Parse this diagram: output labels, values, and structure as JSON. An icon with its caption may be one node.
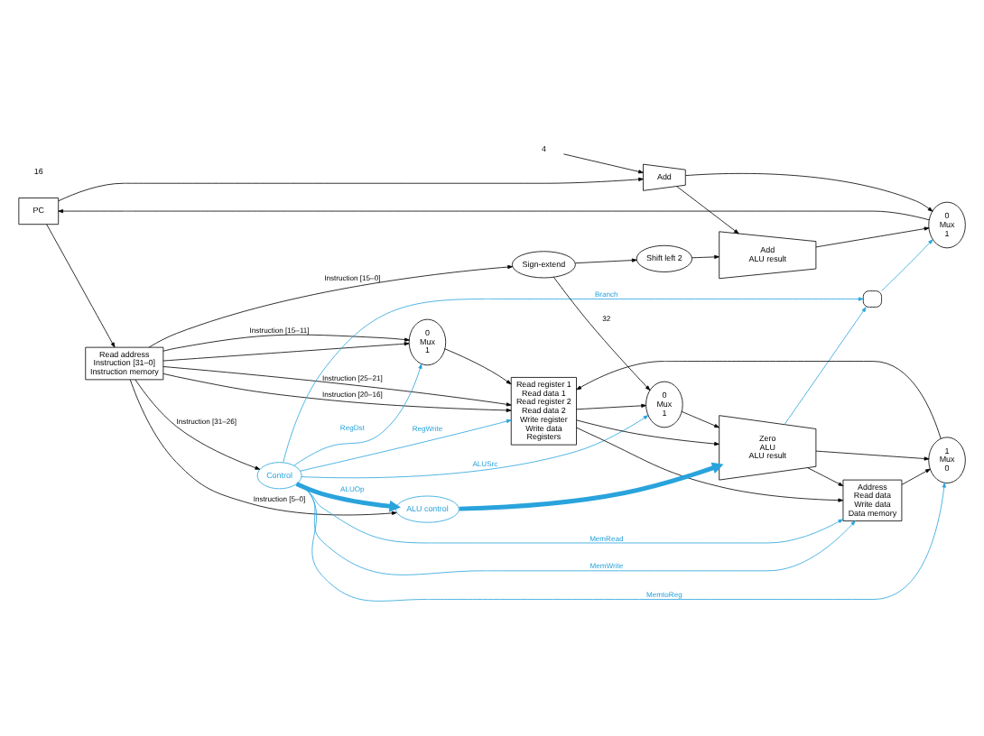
{
  "diagram": {
    "nodes": [
      {
        "text": [
          "PC"
        ]
      },
      {
        "text": [
          "Add"
        ]
      },
      {
        "text": [
          "4"
        ]
      },
      {
        "text": [
          "Read address",
          "Instruction [31–0]",
          "Instruction memory"
        ]
      },
      {
        "text": [
          "Control"
        ]
      },
      {
        "text": [
          "Read register 1",
          "Read data 1",
          "Read register 2",
          "Read data 2",
          "Write register",
          "Write data",
          "Registers"
        ]
      },
      {
        "text": [
          "0",
          "Mux",
          "1"
        ]
      },
      {
        "text": [
          "Sign-extend"
        ]
      },
      {
        "text": [
          "Shift left 2"
        ]
      },
      {
        "text": [
          "Add",
          "ALU result"
        ]
      },
      {
        "text": [
          "0",
          "Mux",
          "1"
        ]
      },
      {
        "text": [],
        "shape": "gate"
      },
      {
        "text": [
          "0",
          "Mux",
          "1"
        ]
      },
      {
        "text": [
          "Zero",
          "ALU",
          "ALU result"
        ]
      },
      {
        "text": [
          "ALU control"
        ]
      },
      {
        "text": [
          "Address",
          "Read data",
          "Write data",
          "Data memory"
        ]
      },
      {
        "text": [
          "1",
          "Mux",
          "0"
        ]
      }
    ],
    "edges": [
      {
        "from": 0,
        "to": 3,
        "arrow": "to"
      },
      {
        "from": 0,
        "to": 1,
        "arrow": "to"
      },
      {
        "from": 2,
        "to": 1,
        "arrow": "to"
      },
      {
        "from": 1,
        "to": 10,
        "arrow": "to"
      },
      {
        "from": 1,
        "to": 9,
        "arrow": "to"
      },
      {
        "from": 10,
        "to": 0,
        "arrow": "to"
      },
      {
        "from": 3,
        "to": 4,
        "label": "Instruction [31–26]",
        "arrow": "to"
      },
      {
        "from": 3,
        "to": 5,
        "label": "Instruction [25–21]",
        "arrow": "to"
      },
      {
        "from": 3,
        "to": 5,
        "label": "Instruction [20–16]",
        "arrow": "to"
      },
      {
        "from": 3,
        "to": 6,
        "arrow": "to"
      },
      {
        "from": 3,
        "to": 6,
        "label": "Instruction [15–11]",
        "arrow": "to"
      },
      {
        "from": 3,
        "to": 7,
        "label": "Instruction [15–0]",
        "arrow": "to"
      },
      {
        "from": 3,
        "to": 14,
        "label": "Instruction [5–0]",
        "arrow": "to"
      },
      {
        "from": 4,
        "to": 6,
        "label": "RegDst",
        "arrow": "to",
        "color": "#29a3dc"
      },
      {
        "from": 4,
        "to": 11,
        "label": "Branch",
        "arrow": "to",
        "color": "#29a3dc"
      },
      {
        "from": 4,
        "to": 15,
        "label": "MemRead",
        "arrow": "to",
        "color": "#29a3dc"
      },
      {
        "from": 4,
        "to": 16,
        "label": "MemtoReg",
        "arrow": "to",
        "color": "#29a3dc"
      },
      {
        "from": 4,
        "to": 14,
        "label": "ALUOp",
        "arrow": "to",
        "style": "thick",
        "color": "#29a3dc"
      },
      {
        "from": 4,
        "to": 15,
        "label": "MemWrite",
        "arrow": "to",
        "color": "#29a3dc"
      },
      {
        "from": 4,
        "to": 12,
        "label": "ALUSrc",
        "arrow": "to",
        "color": "#29a3dc"
      },
      {
        "from": 4,
        "to": 5,
        "label": "RegWrite",
        "arrow": "to",
        "color": "#29a3dc"
      },
      {
        "from": 6,
        "to": 5,
        "arrow": "to"
      },
      {
        "from": 5,
        "to": 13,
        "arrow": "to"
      },
      {
        "from": 5,
        "to": 12,
        "arrow": "to"
      },
      {
        "from": 5,
        "to": 15,
        "arrow": "to"
      },
      {
        "from": 7,
        "to": 12,
        "label": "32",
        "arrow": "to"
      },
      {
        "from": 7,
        "to": 8,
        "arrow": "to"
      },
      {
        "from": 8,
        "to": 9,
        "arrow": "to"
      },
      {
        "from": 9,
        "to": 10,
        "arrow": "to"
      },
      {
        "from": 13,
        "to": 11,
        "arrow": "to",
        "color": "#29a3dc"
      },
      {
        "from": 11,
        "to": 10,
        "arrow": "to",
        "color": "#29a3dc"
      },
      {
        "from": 14,
        "to": 13,
        "arrow": "to",
        "style": "thick",
        "color": "#29a3dc"
      },
      {
        "from": 12,
        "to": 13,
        "arrow": "to"
      },
      {
        "from": 13,
        "to": 15,
        "arrow": "to"
      },
      {
        "from": 13,
        "to": 16,
        "arrow": "to"
      },
      {
        "from": 15,
        "to": 16,
        "arrow": "to"
      },
      {
        "from": 16,
        "to": 5,
        "arrow": "to"
      }
    ],
    "labels": [
      "16"
    ]
  }
}
